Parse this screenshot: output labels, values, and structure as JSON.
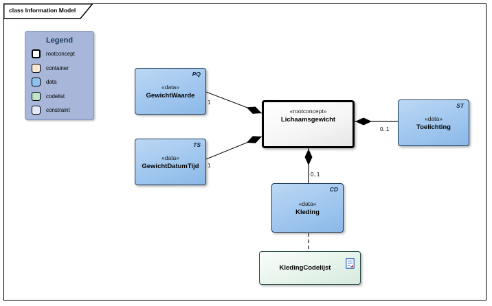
{
  "frame": {
    "label": "class Information Model"
  },
  "legend": {
    "title": "Legend",
    "items": [
      {
        "label": "rootconcept",
        "color": "#ffffff",
        "swatch_style": "background:#ffffff"
      },
      {
        "label": "container",
        "color": "#f9e7d4",
        "swatch_style": "background:#f9e7d4"
      },
      {
        "label": "data",
        "color": "#8cc1f0",
        "swatch_style": "background:#8cc1f0"
      },
      {
        "label": "codelist",
        "color": "#bfe3c6",
        "swatch_style": "background:#bfe3c6"
      },
      {
        "label": "constraint",
        "color": "#e8e9f8",
        "swatch_style": "background:#e8e9f8"
      }
    ]
  },
  "classes": {
    "gewicht_waarde": {
      "tag": "PQ",
      "stereotype": "«data»",
      "name": "GewichtWaarde"
    },
    "gewicht_datum_tijd": {
      "tag": "TS",
      "stereotype": "«data»",
      "name": "GewichtDatumTijd"
    },
    "lichaamsgewicht": {
      "stereotype": "«rootconcept»",
      "name": "Lichaamsgewicht"
    },
    "toelichting": {
      "tag": "ST",
      "stereotype": "«data»",
      "name": "Toelichting"
    },
    "kleding": {
      "tag": "CD",
      "stereotype": "«data»",
      "name": "Kleding"
    },
    "kleding_codelijst": {
      "name": "KledingCodelijst"
    }
  },
  "connectors": {
    "gewichtwaarde": {
      "multiplicity": "1"
    },
    "gewichtdatumtijd": {
      "multiplicity": "1"
    },
    "toelichting": {
      "multiplicity": "0..1"
    },
    "kleding": {
      "multiplicity": "0..1"
    }
  },
  "colors": {
    "data_fill": "#9cc3ee",
    "data_border": "#1c3a57",
    "codelist_fill": "#ddeee2",
    "legend_bg": "#a7b6d9",
    "legend_title": "#17375d",
    "root_border": "#000000"
  }
}
